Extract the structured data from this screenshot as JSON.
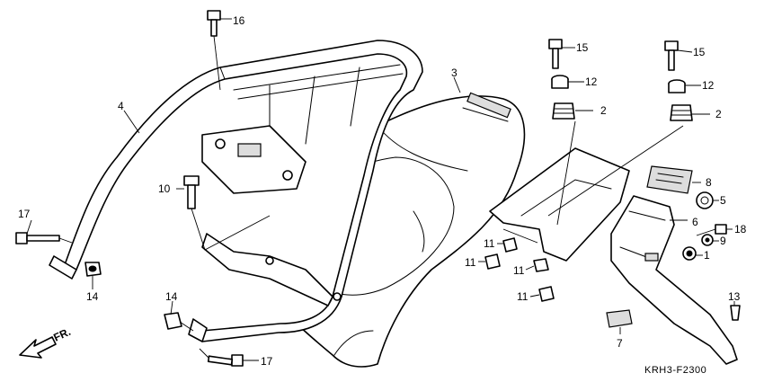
{
  "diagram": {
    "code": "KRH3-F2300",
    "direction_label": "FR.",
    "callouts": [
      {
        "id": "c1",
        "label": "1"
      },
      {
        "id": "c2a",
        "label": "2"
      },
      {
        "id": "c2b",
        "label": "2"
      },
      {
        "id": "c3",
        "label": "3"
      },
      {
        "id": "c4",
        "label": "4"
      },
      {
        "id": "c5",
        "label": "5"
      },
      {
        "id": "c6",
        "label": "6"
      },
      {
        "id": "c7",
        "label": "7"
      },
      {
        "id": "c8",
        "label": "8"
      },
      {
        "id": "c9",
        "label": "9"
      },
      {
        "id": "c10",
        "label": "10"
      },
      {
        "id": "c11a",
        "label": "11"
      },
      {
        "id": "c11b",
        "label": "11"
      },
      {
        "id": "c11c",
        "label": "11"
      },
      {
        "id": "c11d",
        "label": "11"
      },
      {
        "id": "c12a",
        "label": "12"
      },
      {
        "id": "c12b",
        "label": "12"
      },
      {
        "id": "c13",
        "label": "13"
      },
      {
        "id": "c14a",
        "label": "14"
      },
      {
        "id": "c14b",
        "label": "14"
      },
      {
        "id": "c15a",
        "label": "15"
      },
      {
        "id": "c15b",
        "label": "15"
      },
      {
        "id": "c16",
        "label": "16"
      },
      {
        "id": "c17a",
        "label": "17"
      },
      {
        "id": "c17b",
        "label": "17"
      },
      {
        "id": "c18",
        "label": "18"
      }
    ]
  }
}
